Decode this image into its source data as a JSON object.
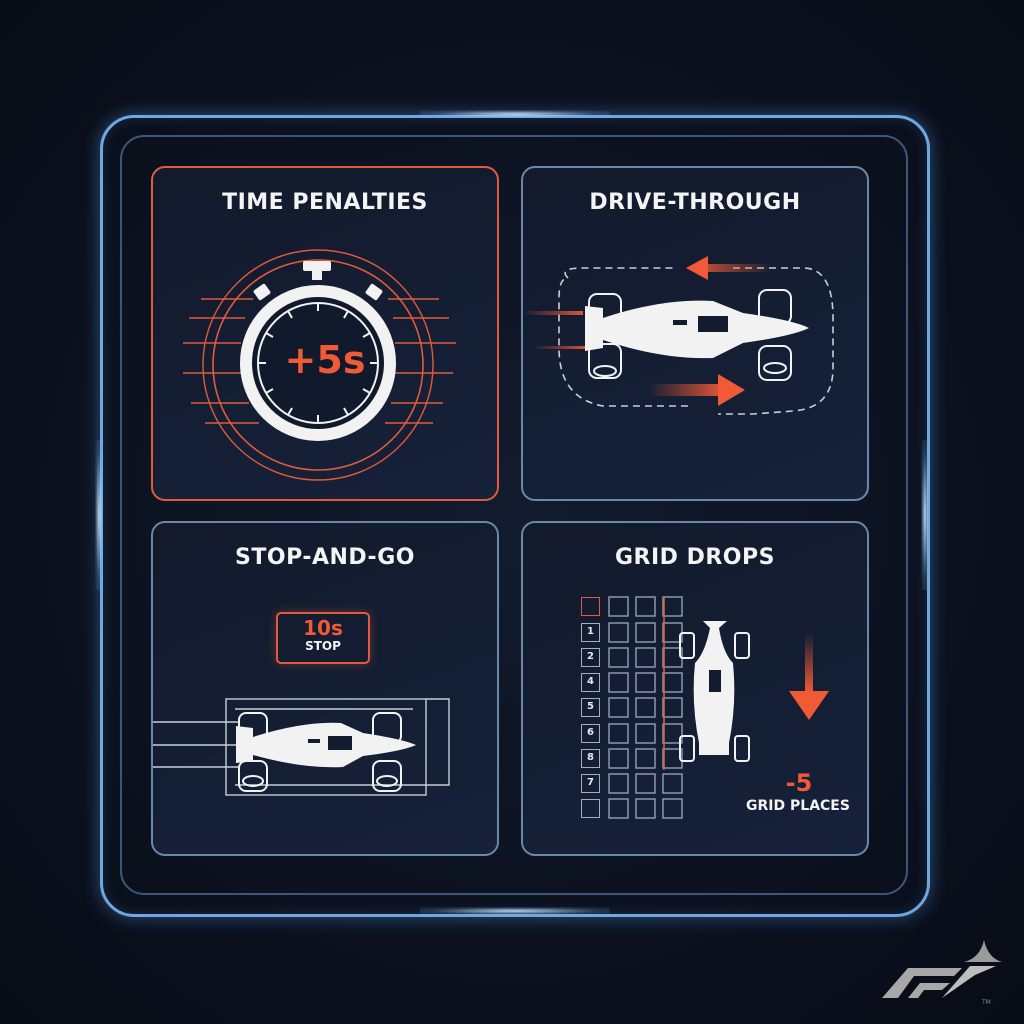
{
  "panels": [
    {
      "id": "time-penalties",
      "title": "TIME PENALTIES",
      "highlighted": true,
      "timer_value": "+5s",
      "icon": "stopwatch-icon"
    },
    {
      "id": "drive-through",
      "title": "DRIVE-THROUGH",
      "highlighted": false,
      "icon": "car-pit-lane-loop-icon"
    },
    {
      "id": "stop-and-go",
      "title": "STOP-AND-GO",
      "highlighted": false,
      "badge_value": "10s",
      "badge_label": "STOP",
      "icon": "car-in-box-icon"
    },
    {
      "id": "grid-drops",
      "title": "GRID DROPS",
      "highlighted": false,
      "grid_labels": [
        "",
        "1",
        "2",
        "4",
        "5",
        "6",
        "8",
        "7",
        ""
      ],
      "drop_value": "-5",
      "drop_label": "GRID PLACES",
      "icon": "grid-drop-icon"
    }
  ],
  "colors": {
    "accent": "#f05a35",
    "frame": "#6fa8e0",
    "panel_border": "#6a88a8",
    "background": "#0c1220",
    "text": "#f4f4f4"
  },
  "logo": {
    "name": "f1-logo",
    "tm": "TM"
  }
}
